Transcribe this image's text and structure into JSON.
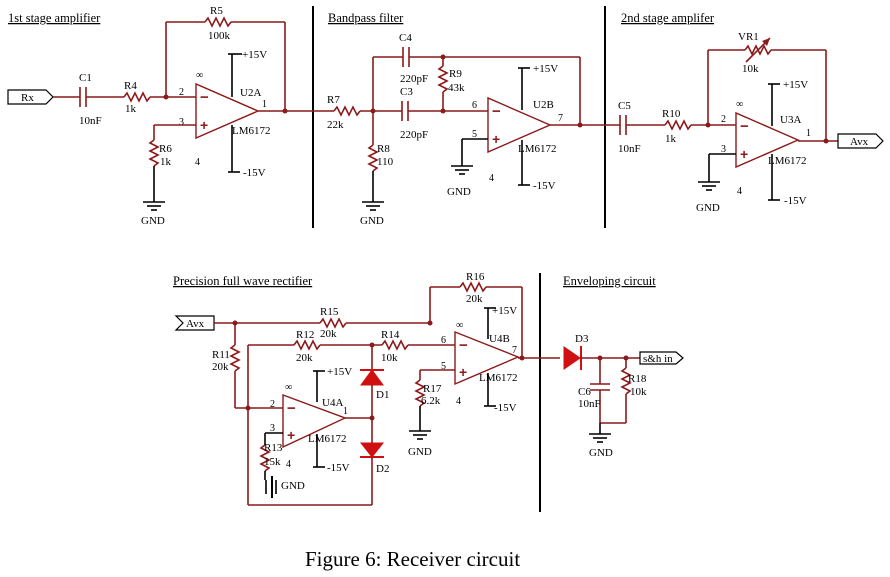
{
  "sections": {
    "stage1": "1st stage amplifier",
    "bandpass": "Bandpass filter",
    "stage2": "2nd stage amplifer",
    "rectifier": "Precision full wave rectifier",
    "enveloping": "Enveloping circuit"
  },
  "ports": {
    "rx": "Rx",
    "avx_out": "Avx",
    "avx_in": "Avx",
    "out": "s&h in"
  },
  "caption": "Figure 6: Receiver circuit",
  "power": {
    "pos": "+15V",
    "neg": "-15V",
    "gnd": "GND"
  },
  "opamps": {
    "u2a": {
      "name": "U2A",
      "part": "LM6172"
    },
    "u2b": {
      "name": "U2B",
      "part": "LM6172"
    },
    "u3a": {
      "name": "U3A",
      "part": "LM6172"
    },
    "u4a": {
      "name": "U4A",
      "part": "LM6172"
    },
    "u4b": {
      "name": "U4B",
      "part": "LM6172"
    }
  },
  "components": {
    "c1": {
      "ref": "C1",
      "value": "10nF"
    },
    "r4": {
      "ref": "R4",
      "value": "1k"
    },
    "r5": {
      "ref": "R5",
      "value": "100k"
    },
    "r6": {
      "ref": "R6",
      "value": "1k"
    },
    "r7": {
      "ref": "R7",
      "value": "22k"
    },
    "r8": {
      "ref": "R8",
      "value": "110"
    },
    "c4": {
      "ref": "C4",
      "value": "220pF"
    },
    "c3": {
      "ref": "C3",
      "value": "220pF"
    },
    "r9": {
      "ref": "R9",
      "value": "43k"
    },
    "c5": {
      "ref": "C5",
      "value": "10nF"
    },
    "r10": {
      "ref": "R10",
      "value": "1k"
    },
    "vr1": {
      "ref": "VR1",
      "value": "10k"
    },
    "r15": {
      "ref": "R15",
      "value": "20k"
    },
    "r16": {
      "ref": "R16",
      "value": "20k"
    },
    "r11": {
      "ref": "R11",
      "value": "20k"
    },
    "r12": {
      "ref": "R12",
      "value": "20k"
    },
    "r14": {
      "ref": "R14",
      "value": "10k"
    },
    "r17": {
      "ref": "R17",
      "value": "6.2k"
    },
    "r13": {
      "ref": "R13",
      "value": "15k"
    },
    "d1": {
      "ref": "D1"
    },
    "d2": {
      "ref": "D2"
    },
    "d3": {
      "ref": "D3"
    },
    "c6": {
      "ref": "C6",
      "value": "10nF"
    },
    "r18": {
      "ref": "R18",
      "value": "10k"
    }
  },
  "pins": {
    "p1": "1",
    "p2": "2",
    "p3": "3",
    "p4": "4",
    "p5": "5",
    "p6": "6",
    "p7": "7",
    "inf": "∞"
  }
}
